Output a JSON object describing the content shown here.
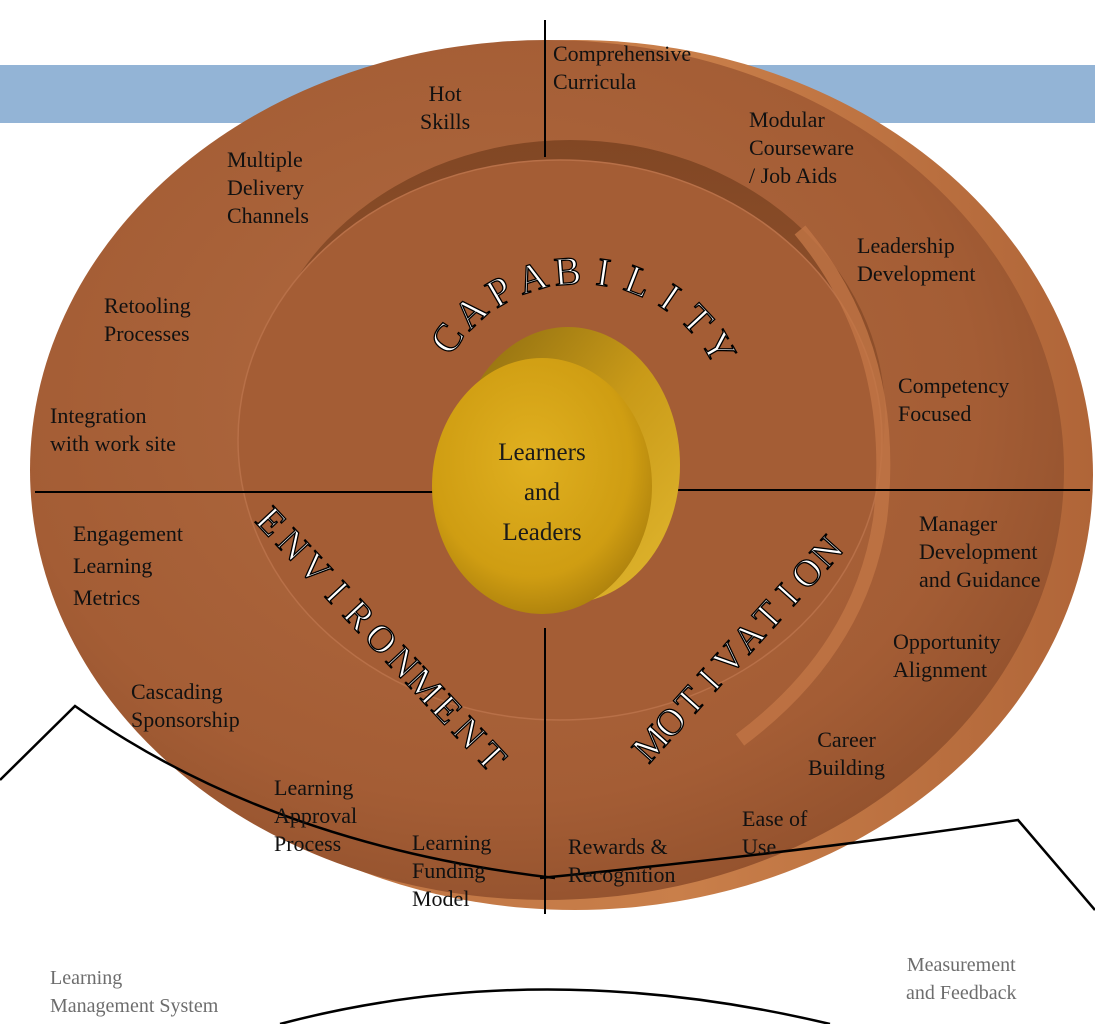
{
  "center": {
    "label": "Learners\nand\nLeaders"
  },
  "sectors": {
    "capability": "CAPABILITY",
    "environment": "ENVIRONMENT",
    "motivation": "MOTIVATION"
  },
  "items": {
    "hot_skills": "Hot\nSkills",
    "comprehensive_curricula": "Comprehensive\nCurricula",
    "modular_courseware": "Modular\nCourseware\n/ Job Aids",
    "multiple_delivery": "Multiple\nDelivery\nChannels",
    "leadership_development": "Leadership\nDevelopment",
    "retooling_processes": "Retooling\nProcesses",
    "competency_focused": "Competency\nFocused",
    "integration_work_site": "Integration\nwith work site",
    "engagement_metrics": "Engagement\nLearning\nMetrics",
    "manager_development": "Manager\nDevelopment\nand Guidance",
    "opportunity_alignment": "Opportunity\nAlignment",
    "cascading_sponsorship": "Cascading\nSponsorship",
    "career_building": "Career\nBuilding",
    "learning_approval": "Learning\nApproval\nProcess",
    "ease_of_use": "Ease of\nUse",
    "learning_funding": "Learning\nFunding\nModel",
    "rewards_recognition": "Rewards &\nRecognition"
  },
  "foundation": {
    "left": "Learning\nManagement System",
    "right": "Measurement\nand Feedback"
  },
  "colors": {
    "banner": "#93b4d6",
    "disc": "#a9623b",
    "disc_side": "#c47a48",
    "core": "#d9a81a"
  }
}
